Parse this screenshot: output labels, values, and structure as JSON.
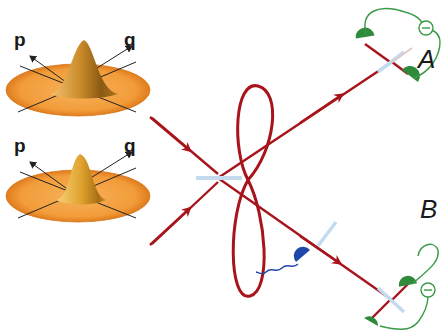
{
  "diagram": {
    "labels": [
      "p",
      "q",
      "p",
      "q",
      "A",
      "B"
    ]
  }
}
